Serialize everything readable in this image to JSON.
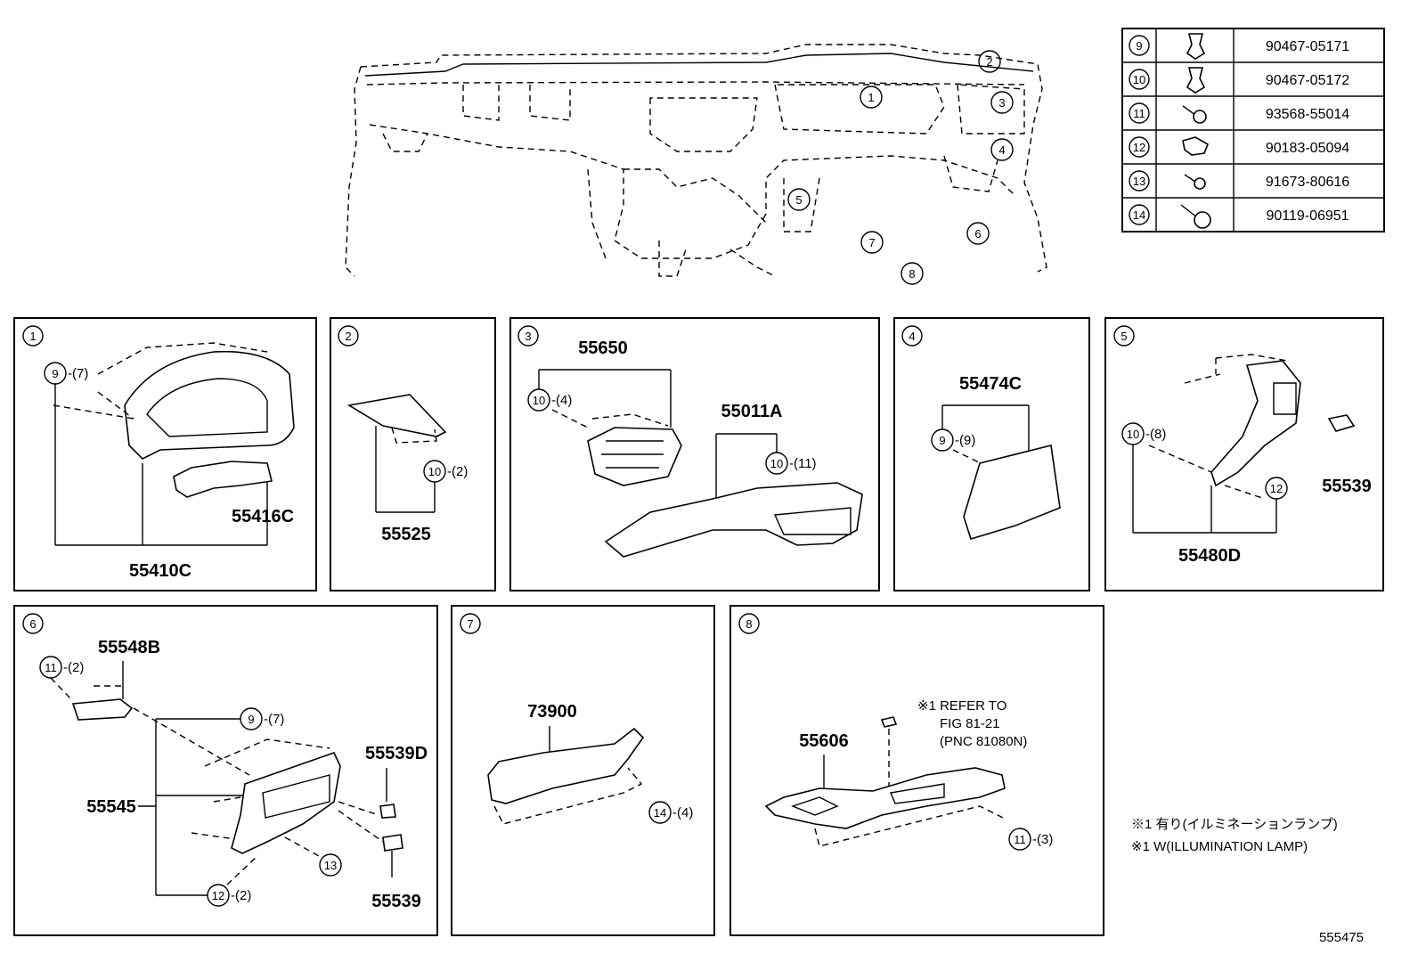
{
  "figure_number": "555475",
  "overview": {
    "callouts": [
      "1",
      "2",
      "3",
      "4",
      "5",
      "6",
      "7",
      "8"
    ]
  },
  "fastener_table": [
    {
      "ref": "9",
      "icon": "clip-icon",
      "part_no": "90467-05171"
    },
    {
      "ref": "10",
      "icon": "clip-icon",
      "part_no": "90467-05172"
    },
    {
      "ref": "11",
      "icon": "screw-icon",
      "part_no": "93568-55014"
    },
    {
      "ref": "12",
      "icon": "nut-clip-icon",
      "part_no": "90183-05094"
    },
    {
      "ref": "13",
      "icon": "screw-icon",
      "part_no": "91673-80616"
    },
    {
      "ref": "14",
      "icon": "bolt-icon",
      "part_no": "90119-06951"
    }
  ],
  "panels": [
    {
      "id": "1",
      "parts": [
        "55416C",
        "55410C"
      ],
      "fasteners": [
        {
          "ref": "9",
          "qty": "-(7)"
        }
      ]
    },
    {
      "id": "2",
      "parts": [
        "55525"
      ],
      "fasteners": [
        {
          "ref": "10",
          "qty": "-(2)"
        }
      ]
    },
    {
      "id": "3",
      "parts": [
        "55650",
        "55011A"
      ],
      "fasteners": [
        {
          "ref": "10",
          "qty": "-(4)"
        },
        {
          "ref": "10",
          "qty": "-(11)"
        }
      ]
    },
    {
      "id": "4",
      "parts": [
        "55474C"
      ],
      "fasteners": [
        {
          "ref": "9",
          "qty": "-(9)"
        }
      ]
    },
    {
      "id": "5",
      "parts": [
        "55539",
        "55480D"
      ],
      "fasteners": [
        {
          "ref": "10",
          "qty": "-(8)"
        },
        {
          "ref": "12",
          "qty": ""
        }
      ]
    },
    {
      "id": "6",
      "parts": [
        "55548B",
        "55545",
        "55539D",
        "55539"
      ],
      "fasteners": [
        {
          "ref": "11",
          "qty": "-(2)"
        },
        {
          "ref": "9",
          "qty": "-(7)"
        },
        {
          "ref": "13",
          "qty": ""
        },
        {
          "ref": "12",
          "qty": "-(2)"
        }
      ]
    },
    {
      "id": "7",
      "parts": [
        "73900"
      ],
      "fasteners": [
        {
          "ref": "14",
          "qty": "-(4)"
        }
      ]
    },
    {
      "id": "8",
      "parts": [
        "55606"
      ],
      "fasteners": [
        {
          "ref": "11",
          "qty": "-(3)"
        }
      ],
      "note": [
        "※1 REFER TO",
        "FIG 81-21",
        "(PNC 81080N)"
      ]
    }
  ],
  "footnotes": [
    "※1 有り(イルミネーションランプ)",
    "※1 W(ILLUMINATION LAMP)"
  ]
}
